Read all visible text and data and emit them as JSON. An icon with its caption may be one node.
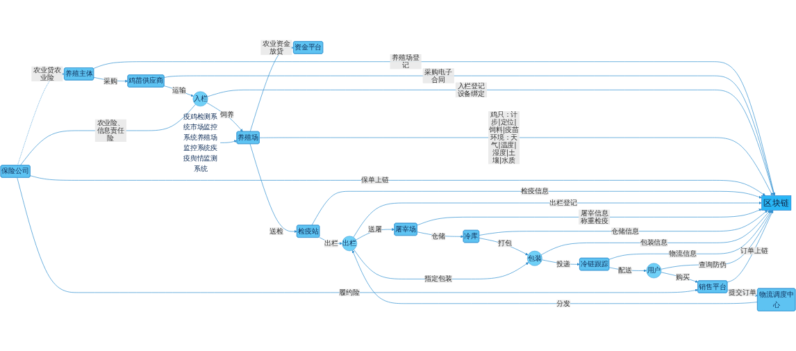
{
  "diagram": {
    "nodes": [
      {
        "text": [
          "物流调度中心"
        ]
      },
      {
        "text": [
          "出栏"
        ]
      },
      {
        "text": [
          "资金平台"
        ]
      },
      {
        "text": [
          "疫鸡检测系统市场监控系统养殖场监控系统疾疫舆情监测系统"
        ]
      },
      {
        "text": [
          "养殖主体"
        ]
      },
      {
        "text": [
          "鸡苗供应商"
        ]
      },
      {
        "text": [
          "入栏"
        ]
      },
      {
        "text": [
          "养殖场"
        ]
      },
      {
        "text": [
          "检疫站"
        ]
      },
      {
        "text": [
          "保险公司"
        ]
      },
      {
        "text": [
          "区块链"
        ]
      },
      {
        "text": [
          "屠宰场"
        ]
      },
      {
        "text": [
          "冷库"
        ]
      },
      {
        "text": [
          "用户"
        ]
      },
      {
        "text": [
          "冷链跟踪"
        ]
      },
      {
        "text": [
          "包装"
        ]
      },
      {
        "text": [
          "销售平台"
        ]
      }
    ],
    "edges": [
      {
        "from": 0,
        "to": 1,
        "arrow": "to",
        "label": "分发"
      },
      {
        "from": 4,
        "to": 5,
        "arrow": "to",
        "label": "采购"
      },
      {
        "from": 5,
        "to": 6,
        "arrow": "to",
        "label": "运输"
      },
      {
        "from": 6,
        "to": 7,
        "arrow": "to",
        "label": "饲养"
      },
      {
        "from": 7,
        "to": 8,
        "arrow": "to",
        "label": "送检"
      },
      {
        "from": 8,
        "to": 1,
        "arrow": "to",
        "label": "出栏"
      },
      {
        "from": 7,
        "to": 2,
        "arrow": "to",
        "label": "农业资金放贷"
      },
      {
        "from": 3,
        "to": 7,
        "arrow": "to"
      },
      {
        "from": 9,
        "to": 6,
        "arrow": "none",
        "label": "农业险、信息责任险"
      },
      {
        "from": 9,
        "to": 4,
        "arrow": "to",
        "label": "农业贷农业险",
        "style": "dashed"
      },
      {
        "from": 4,
        "to": 10,
        "arrow": "to",
        "label": "养殖场登记"
      },
      {
        "from": 5,
        "to": 10,
        "arrow": "to",
        "label": "采购电子合同"
      },
      {
        "from": 6,
        "to": 10,
        "arrow": "to",
        "label": "入栏登记设备绑定"
      },
      {
        "from": 7,
        "to": 10,
        "arrow": "to",
        "label": "鸡只：计步|定位|饲料|疫苗环境：天气|温度|湿度|土壤|水质"
      },
      {
        "from": 9,
        "to": 10,
        "arrow": "to",
        "label": "保单上链"
      },
      {
        "from": 8,
        "to": 10,
        "arrow": "to",
        "label": "检疫信息"
      },
      {
        "from": 1,
        "to": 10,
        "arrow": "to",
        "label": "出栏登记"
      },
      {
        "from": 11,
        "to": 10,
        "arrow": "to",
        "label": "屠宰信息称重检疫"
      },
      {
        "from": 12,
        "to": 10,
        "arrow": "to",
        "label": "仓储信息"
      },
      {
        "from": 15,
        "to": 10,
        "arrow": "to",
        "label": "包装信息"
      },
      {
        "from": 14,
        "to": 10,
        "arrow": "to",
        "label": "物流信息"
      },
      {
        "from": 13,
        "to": 10,
        "arrow": "to",
        "label": "查询防伪"
      },
      {
        "from": 16,
        "to": 10,
        "arrow": "to",
        "label": "订单上链"
      },
      {
        "from": 13,
        "to": 16,
        "arrow": "to",
        "label": "购买"
      },
      {
        "from": 16,
        "to": 0,
        "arrow": "to",
        "label": "提交订单"
      },
      {
        "from": 9,
        "to": 16,
        "arrow": "to",
        "label": "履约险"
      },
      {
        "from": 1,
        "to": 11,
        "arrow": "to",
        "label": "送屠"
      },
      {
        "from": 11,
        "to": 12,
        "arrow": "to",
        "label": "仓储"
      },
      {
        "from": 12,
        "to": 15,
        "arrow": "to",
        "label": "打包"
      },
      {
        "from": 1,
        "to": 15,
        "arrow": "to",
        "label": "指定包装"
      },
      {
        "from": 15,
        "to": 14,
        "arrow": "to",
        "label": "投递"
      },
      {
        "from": 14,
        "to": 13,
        "arrow": "to",
        "label": "配送"
      }
    ]
  }
}
